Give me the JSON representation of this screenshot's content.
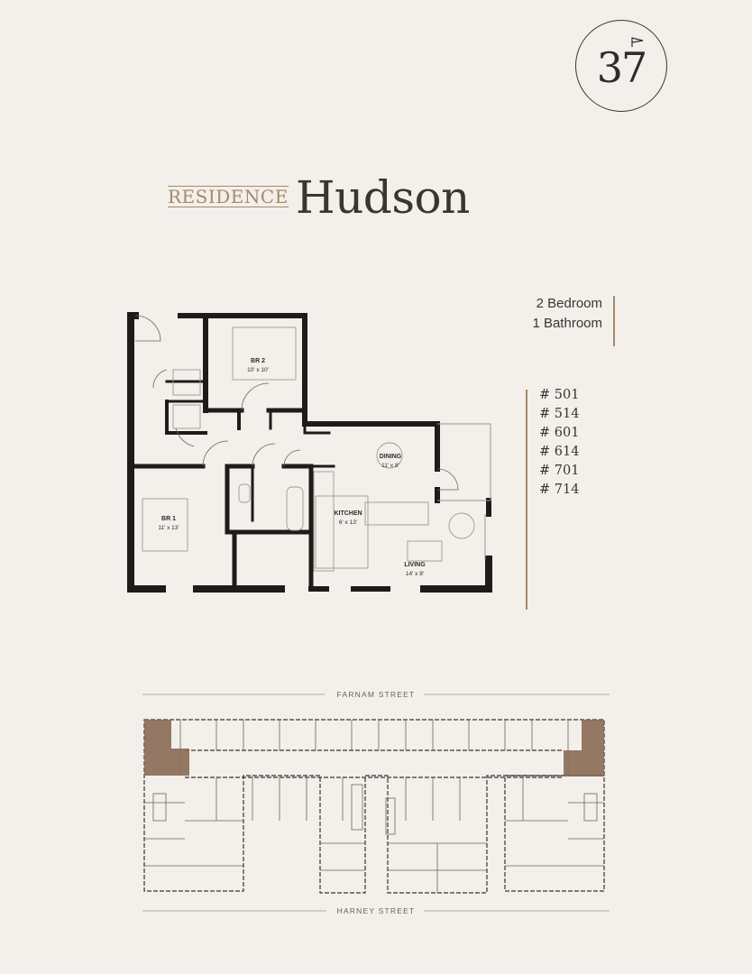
{
  "logo": {
    "number": "37"
  },
  "header": {
    "residence_label": "RESIDENCE",
    "name": "Hudson"
  },
  "specs": {
    "bedrooms": "2 Bedroom",
    "bathrooms": "1 Bathroom"
  },
  "units": [
    "# 501",
    "# 514",
    "# 601",
    "# 614",
    "# 701",
    "# 714"
  ],
  "floorplan": {
    "rooms": [
      {
        "name": "BR 2",
        "size": "10' x 10'"
      },
      {
        "name": "DINING",
        "size": "11' x 8'"
      },
      {
        "name": "BR 1",
        "size": "11' x 13'"
      },
      {
        "name": "KITCHEN",
        "size": "6' x 13'"
      },
      {
        "name": "LIVING",
        "size": "14' x 8'"
      }
    ]
  },
  "siteplan": {
    "north_street": "FARNAM STREET",
    "south_street": "HARNEY STREET",
    "highlight_color": "#8a6a55"
  },
  "colors": {
    "background": "#f3efea",
    "accent": "#a48a6c",
    "text": "#3a3531"
  }
}
